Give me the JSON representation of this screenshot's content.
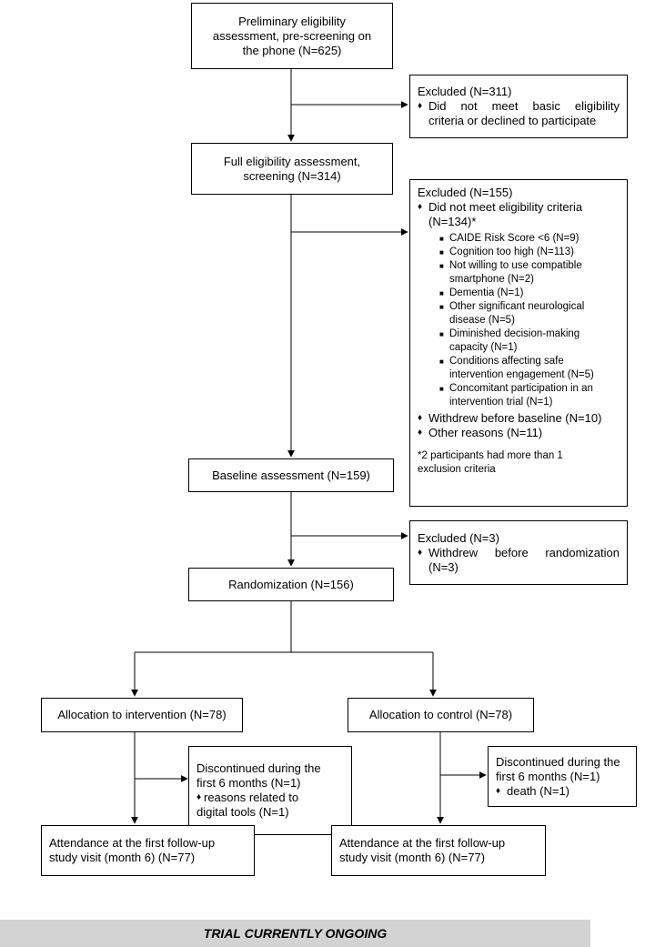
{
  "flow": {
    "prescreen": {
      "lines": [
        "Preliminary eligibility",
        "assessment, pre-screening on",
        "the phone (N=625)"
      ]
    },
    "excluded1": {
      "title": "Excluded (N=311)",
      "bullet_line1": "Did not meet basic eligibility",
      "bullet_line2": "criteria or declined to participate"
    },
    "screening": {
      "lines": [
        "Full eligibility assessment,",
        "screening (N=314)"
      ]
    },
    "excluded2": {
      "title": "Excluded (N=155)",
      "bullet_main_line1": "Did not meet eligibility criteria",
      "bullet_main_line2": "(N=134)*",
      "sub_items": [
        [
          "CAIDE Risk Score <6 (N=9)"
        ],
        [
          "Cognition too high (N=113)"
        ],
        [
          "Not willing to use compatible",
          "smartphone (N=2)"
        ],
        [
          "Dementia (N=1)"
        ],
        [
          "Other significant neurological",
          "disease (N=5)"
        ],
        [
          "Diminished decision-making",
          "capacity (N=1)"
        ],
        [
          "Conditions affecting safe",
          "intervention engagement (N=5)"
        ],
        [
          "Concomitant participation in an",
          "intervention trial (N=1)"
        ]
      ],
      "bullet_withdrew": "Withdrew before baseline (N=10)",
      "bullet_other": "Other reasons (N=11)",
      "footnote_line1": "*2 participants had more than 1",
      "footnote_line2": "exclusion criteria"
    },
    "baseline": {
      "label": "Baseline assessment (N=159)"
    },
    "excluded3": {
      "title": "Excluded (N=3)",
      "bullet_line1": "Withdrew before randomization",
      "bullet_line2": "(N=3)"
    },
    "randomization": {
      "label": "Randomization (N=156)"
    },
    "alloc_intervention": {
      "label": "Allocation to intervention (N=78)"
    },
    "alloc_control": {
      "label": "Allocation to control (N=78)"
    },
    "disc_intervention": {
      "line1": "Discontinued during the",
      "line2": "first 6 months (N=1)",
      "bullet_line1": "reasons related to",
      "bullet_line2": "digital tools (N=1)"
    },
    "disc_control": {
      "line1": "Discontinued during the",
      "line2": "first 6 months (N=1)",
      "bullet": "death (N=1)"
    },
    "followup_intervention": {
      "lines": [
        "Attendance at the first follow-up",
        "study visit (month 6) (N=77)"
      ]
    },
    "followup_control": {
      "lines": [
        "Attendance at the first follow-up",
        "study visit (month 6) (N=77)"
      ]
    }
  },
  "banner": {
    "label": "TRIAL CURRENTLY ONGOING"
  },
  "glyphs": {
    "diamond": "♦",
    "square": "■"
  },
  "colors": {
    "line": "#000000",
    "banner_bg": "#d3d3d3"
  }
}
